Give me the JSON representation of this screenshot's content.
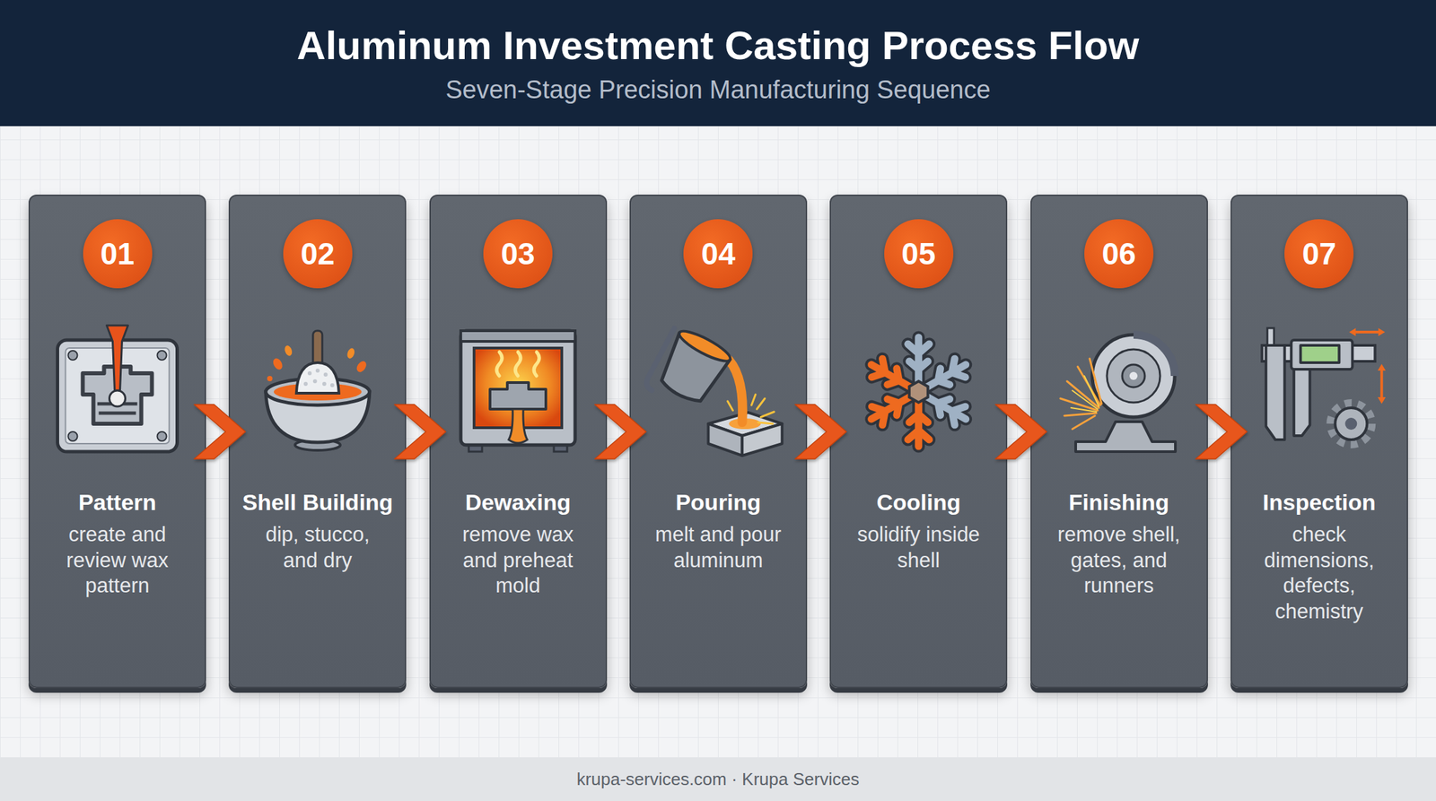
{
  "diagram": {
    "title": "Aluminum Investment Casting Process Flow",
    "nodes": [
      {
        "text": [
          "Pattern",
          "create and review wax pattern"
        ]
      },
      {
        "text": [
          "01"
        ],
        "in": 0
      },
      {
        "text": [
          "Shell Building",
          "dip, stucco, and dry"
        ]
      },
      {
        "text": [
          "02"
        ],
        "in": 2
      },
      {
        "text": [
          "Dewaxing",
          "remove wax and preheat mold"
        ]
      },
      {
        "text": [
          "03"
        ],
        "in": 4
      },
      {
        "text": [
          "Pouring",
          "melt and pour aluminum"
        ]
      },
      {
        "text": [
          "04"
        ],
        "in": 6
      },
      {
        "text": [
          "Cooling",
          "solidify inside shell"
        ]
      },
      {
        "text": [
          "05"
        ],
        "in": 8
      },
      {
        "text": [
          "Finishing",
          "remove shell, gates, and runners"
        ]
      },
      {
        "text": [
          "06"
        ],
        "in": 10
      },
      {
        "text": [
          "Inspection",
          "check dimensions, defects, chemistry"
        ]
      },
      {
        "text": [
          "07"
        ],
        "in": 12
      }
    ],
    "edges": [
      {
        "from": 0,
        "to": 2,
        "arrow": "to"
      },
      {
        "from": 2,
        "to": 4,
        "arrow": "to"
      },
      {
        "from": 4,
        "to": 6,
        "arrow": "to"
      },
      {
        "from": 6,
        "to": 8,
        "arrow": "to"
      },
      {
        "from": 8,
        "to": 10,
        "arrow": "to"
      },
      {
        "from": 10,
        "to": 12,
        "arrow": "to"
      }
    ],
    "labels": [
      "Seven-Stage Precision Manufacturing Sequence",
      "krupa-services.com · Krupa Services"
    ]
  }
}
